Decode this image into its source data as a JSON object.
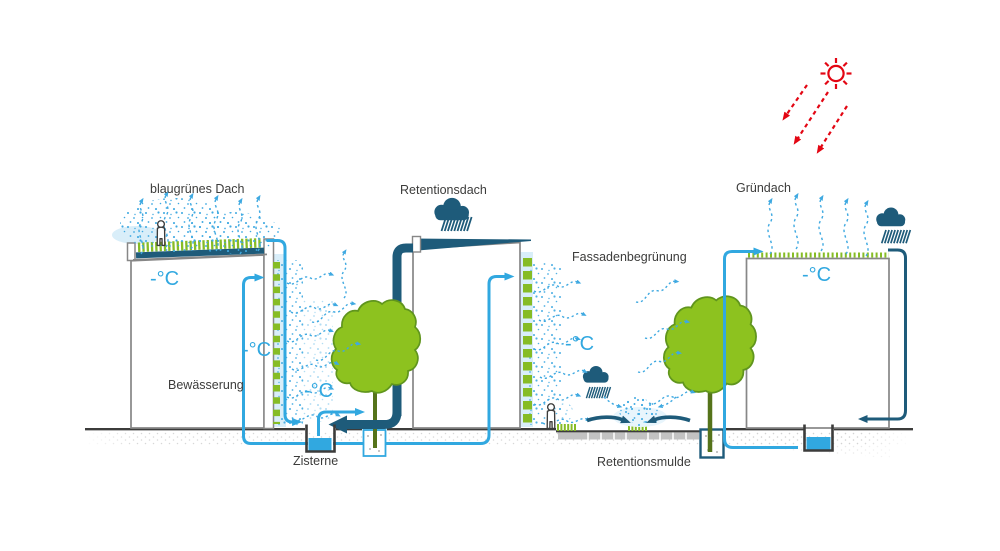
{
  "diagram": {
    "roof_left_label": "blaugrünes Dach",
    "roof_middle_label": "Retentionsdach",
    "roof_right_label": "Gründach",
    "facade_label": "Fassadenbegrünung",
    "irrigation_label": "Bewässerung",
    "cistern_label": "Zisterne",
    "swale_label": "Retentionsmulde",
    "temp_label": "-°C"
  },
  "colors": {
    "water_blue": "#31A8E0",
    "mist_blue": "#3FA9E1",
    "dark_blue": "#1E5B7A",
    "green": "#86BC25",
    "canopy_green": "#8DC21F",
    "sun_red": "#E30613",
    "outline_gray": "#878787",
    "text_gray": "#3C3C3B"
  }
}
